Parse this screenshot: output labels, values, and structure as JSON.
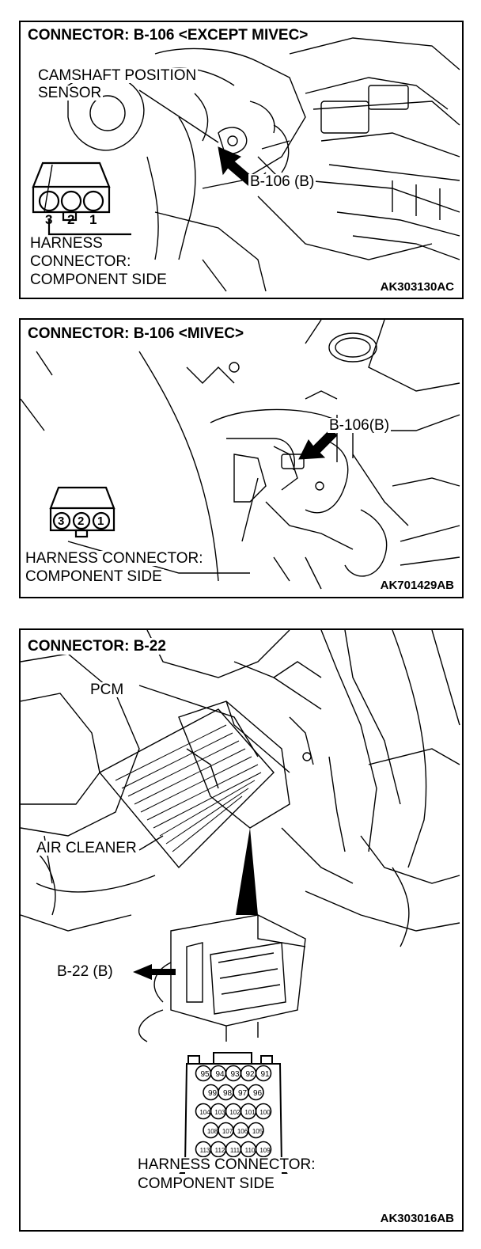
{
  "panel1": {
    "title": "CONNECTOR: B-106 <EXCEPT MIVEC>",
    "sensor_label_line1": "CAMSHAFT POSITION",
    "sensor_label_line2": "SENSOR",
    "connector_ref": "B-106 (B)",
    "pins": [
      "3",
      "2",
      "1"
    ],
    "harness_line1": "HARNESS",
    "harness_line2": "CONNECTOR:",
    "harness_line3": "COMPONENT SIDE",
    "figure_code": "AK303130AC"
  },
  "panel2": {
    "title": "CONNECTOR: B-106 <MIVEC>",
    "connector_ref": "B-106(B)",
    "pins": [
      "3",
      "2",
      "1"
    ],
    "harness_line1": "HARNESS CONNECTOR:",
    "harness_line2": "COMPONENT SIDE",
    "figure_code": "AK701429AB"
  },
  "panel3": {
    "title": "CONNECTOR: B-22",
    "pcm_label": "PCM",
    "air_cleaner_label": "AIR CLEANER",
    "connector_ref": "B-22 (B)",
    "pin_rows": [
      [
        "95",
        "94",
        "93",
        "92",
        "91"
      ],
      [
        "99",
        "98",
        "97",
        "96"
      ],
      [
        "104",
        "103",
        "102",
        "101",
        "100"
      ],
      [
        "108",
        "107",
        "106",
        "105"
      ],
      [
        "113",
        "112",
        "111",
        "110",
        "109"
      ]
    ],
    "harness_line1": "HARNESS CONNECTOR:",
    "harness_line2": "COMPONENT SIDE",
    "figure_code": "AK303016AB"
  },
  "colors": {
    "line": "#000000",
    "background": "#ffffff"
  }
}
